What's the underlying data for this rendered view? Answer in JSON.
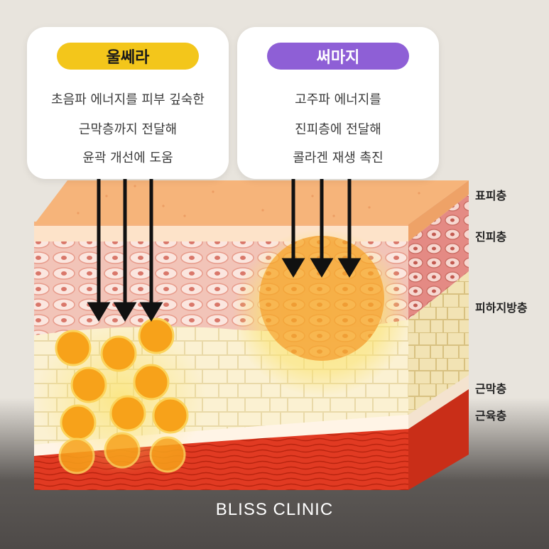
{
  "colors": {
    "ulthera_pill": "#f3c61b",
    "thermage_pill": "#8e5fd6",
    "epidermis": "#f5b57c",
    "dermis": "#f2c0b3",
    "fat": "#fbf1d0",
    "fascia": "#fff6ea",
    "muscle": "#e23a22",
    "energy_orange": "#f7a21a",
    "energy_glow": "#fbe36e"
  },
  "cards": [
    {
      "title": "울쎄라",
      "lines": [
        "초음파 에너지를 피부 깊숙한",
        "근막층까지 전달해",
        "윤곽 개선에 도움"
      ]
    },
    {
      "title": "써마지",
      "lines": [
        "고주파 에너지를",
        "진피층에 전달해",
        "콜라겐 재생 촉진"
      ]
    }
  ],
  "layers": [
    "표피층",
    "진피층",
    "피하지방층",
    "근막층",
    "근육층"
  ],
  "brand": "BLISS CLINIC"
}
